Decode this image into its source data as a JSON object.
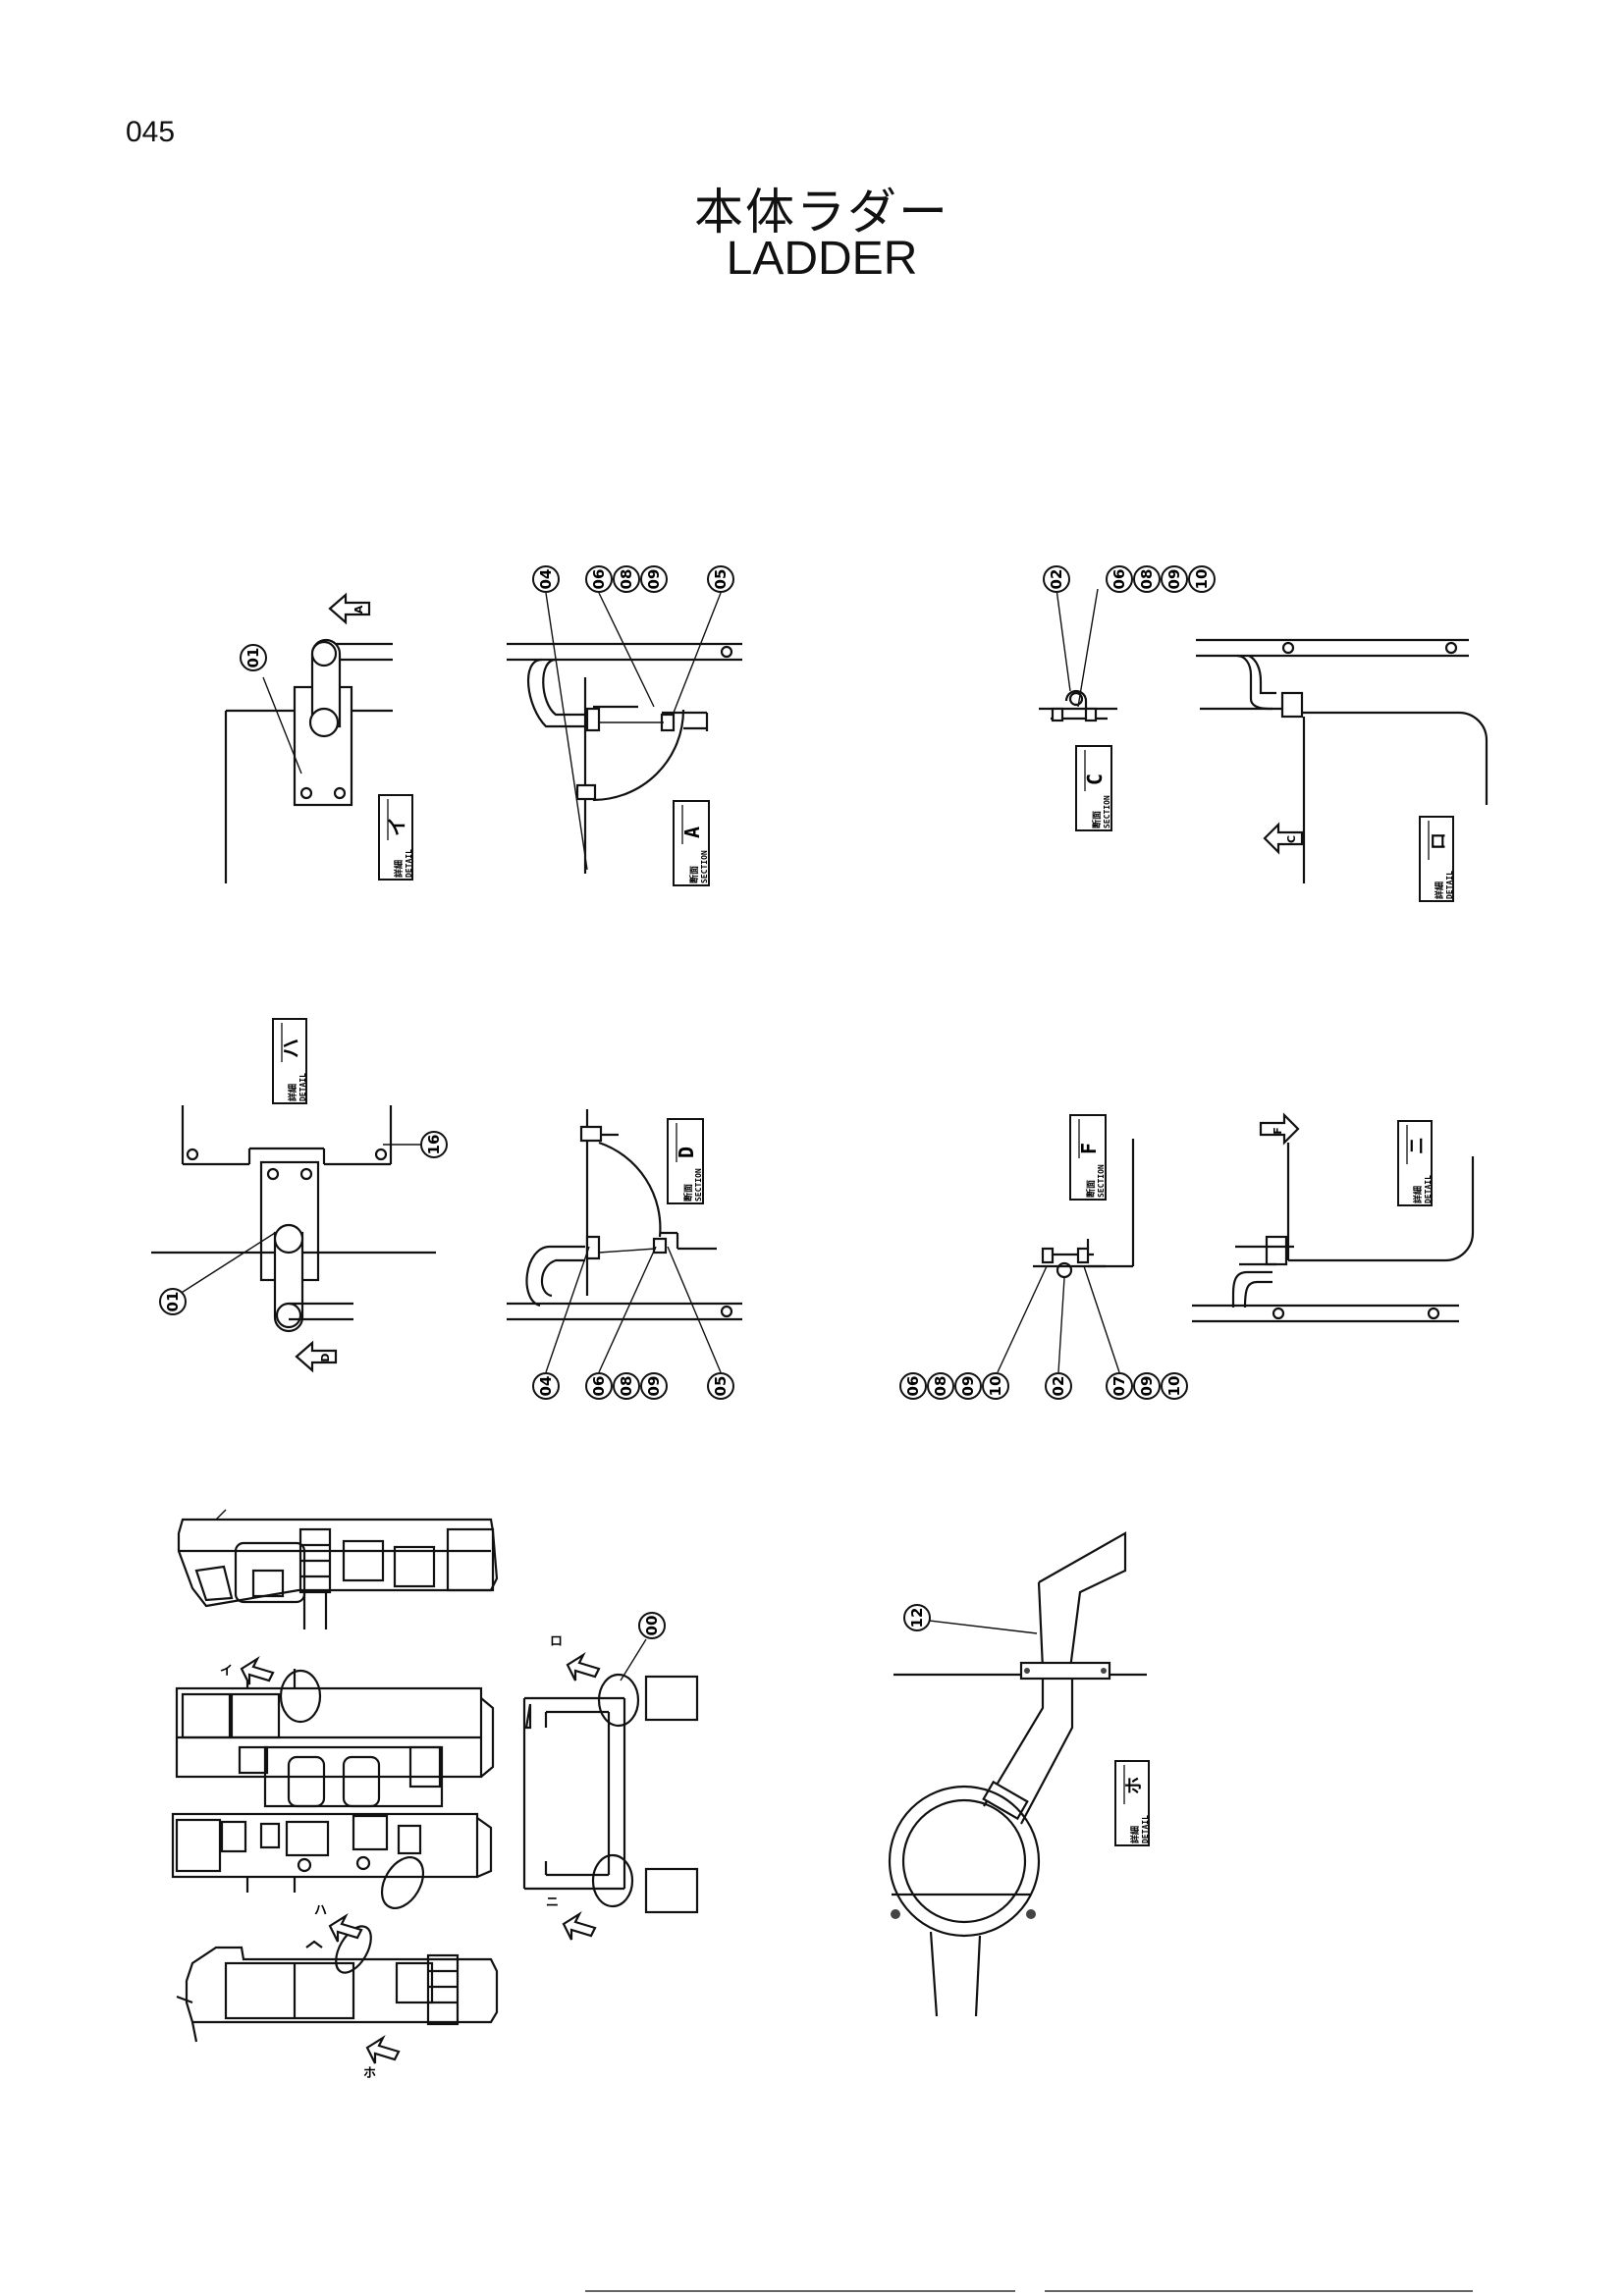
{
  "page_number": "045",
  "title_jp": "本体ラダー",
  "title_en": "LADDER",
  "labels": {
    "detail_word": "DETAIL",
    "section_word": "SECTION",
    "jp_detail": "詳細",
    "jp_section": "断面"
  },
  "views": [
    {
      "id": "detail-i",
      "kind": "detail",
      "letter": "イ"
    },
    {
      "id": "section-a",
      "kind": "section",
      "letter": "A"
    },
    {
      "id": "section-c",
      "kind": "section",
      "letter": "C"
    },
    {
      "id": "detail-ro",
      "kind": "detail",
      "letter": "ロ"
    },
    {
      "id": "detail-ha",
      "kind": "detail",
      "letter": "ハ"
    },
    {
      "id": "section-d",
      "kind": "section",
      "letter": "D"
    },
    {
      "id": "section-f",
      "kind": "section",
      "letter": "F"
    },
    {
      "id": "detail-ni",
      "kind": "detail",
      "letter": "ニ"
    },
    {
      "id": "detail-ho",
      "kind": "detail",
      "letter": "ホ"
    }
  ],
  "view_arrows": [
    "A",
    "C",
    "D",
    "F"
  ],
  "detail_markers": [
    "イ",
    "ロ",
    "ハ",
    "ニ",
    "ホ"
  ],
  "callouts": {
    "v1": [
      "01"
    ],
    "v2": [
      "04",
      "06",
      "08",
      "09",
      "05"
    ],
    "v3": [
      "02",
      "06",
      "08",
      "09",
      "10"
    ],
    "v4": [
      "16",
      "01"
    ],
    "v5": [
      "04",
      "06",
      "08",
      "09",
      "05"
    ],
    "v6a": [
      "06",
      "08",
      "09",
      "10"
    ],
    "v6b": [
      "02"
    ],
    "v6c": [
      "07",
      "09",
      "10"
    ],
    "v7": [
      "00"
    ],
    "v8": [
      "12"
    ]
  }
}
